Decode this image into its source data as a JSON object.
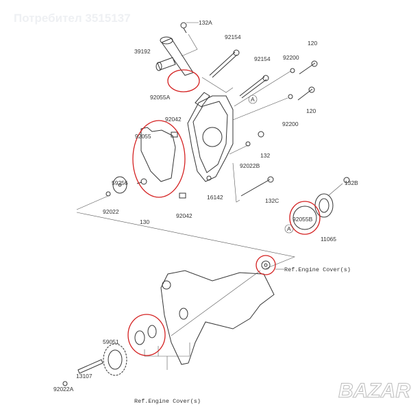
{
  "watermark_top": "Потребител 3515137",
  "watermark_bottom": "BAZAR",
  "labels": {
    "p132A": "132A",
    "p39192": "39192",
    "p92154a": "92154",
    "p92154b": "92154",
    "p92200a": "92200",
    "p120a": "120",
    "p92055A": "92055A",
    "p120b": "120",
    "p92200b": "92200",
    "p92042a": "92042",
    "p92055": "92055",
    "p132": "132",
    "p92022B": "92022B",
    "p16142": "16142",
    "p132C": "132C",
    "p59256": "59256",
    "p130": "130",
    "p92042b": "92042",
    "p132B": "132B",
    "p92055B": "92055B",
    "p92022": "92022",
    "p11065": "11065",
    "p59051": "59051",
    "p13107": "13107",
    "p92022A": "92022A",
    "markA1": "A",
    "markA2": "A",
    "ref1": "Ref.Engine Cover(s)",
    "ref2": "Ref.Engine Cover(s)"
  },
  "highlight_color": "#d42020"
}
